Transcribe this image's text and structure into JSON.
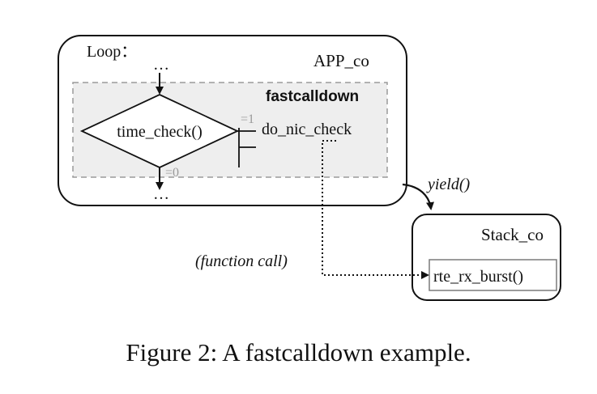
{
  "diagram": {
    "loop_label": "Loop：",
    "app_label": "APP_co",
    "ellipsis_top": "…",
    "ellipsis_bottom": "…",
    "fastcalldown_label": "fastcalldown",
    "time_check_label": "time_check()",
    "eq1_label": "=1",
    "eq0_label": "=0",
    "do_nic_check_label": "do_nic_check",
    "yield_label": "yield()",
    "stack_label": "Stack_co",
    "function_call_label": "(function call)",
    "rte_label": "rte_rx_burst()"
  },
  "caption": "Figure 2: A fastcalldown example.",
  "colors": {
    "stroke": "#111111",
    "region_fill": "#eeeeee",
    "region_border": "#9a9a9a",
    "muted_text": "#9a9a9a"
  }
}
